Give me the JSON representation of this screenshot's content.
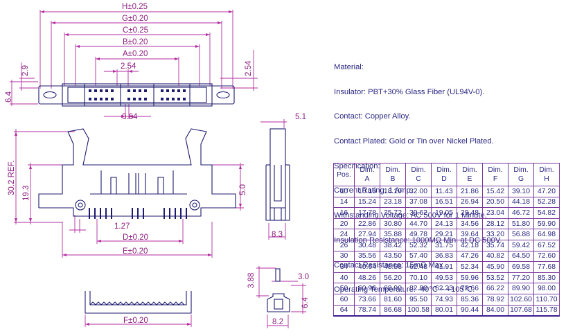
{
  "dims": {
    "h": "H±0.25",
    "g": "G±0.20",
    "c": "C±0.25",
    "b": "B±0.20",
    "a": "A±0.20",
    "pitch": "2.54",
    "top_left_2_9": "2.9",
    "top_left_6_4": "6.4",
    "top_right_2_54": "2.54",
    "pin_064": "0.64",
    "side_5_1": "5.1",
    "side_5_0": "5.0",
    "side_8_3": "8.3",
    "front_ref": "30.2 REF.",
    "front_19_3": "19.3",
    "front_1_27": "1.27",
    "d": "D±0.20",
    "e": "E±0.20",
    "f": "F±0.20",
    "small_3_88": "3.88",
    "small_3_0": "3.0",
    "small_6_4": "6.4",
    "small_8_2": "8.2"
  },
  "spec_lines": [
    "Material:",
    "Insulator: PBT+30% Glass Fiber (UL94V-0).",
    "Contact: Copper Alloy.",
    "Contact Plated: Gold or Tin over Nickel Plated.",
    "Specification:",
    "Current Rating: 1 Amp.",
    "Withstanding Voltage: AC 500V for 1 Minute.",
    "Insulation Resistance: 1000MΩ Min. at DC 500V.",
    "Contact Resistance: 15mΩ Max..",
    "Operating Temperature: -40℃ ~ +105℃."
  ],
  "table": {
    "headers": [
      [
        "Pos.",
        ""
      ],
      [
        "Dim.",
        "A"
      ],
      [
        "Dim.",
        "B"
      ],
      [
        "Dim.",
        "C"
      ],
      [
        "Dim.",
        "D"
      ],
      [
        "Dim.",
        "E"
      ],
      [
        "Dim.",
        "F"
      ],
      [
        "Dim.",
        "G"
      ],
      [
        "Dim.",
        "H"
      ]
    ],
    "rows": [
      [
        "10",
        "10.16",
        "18.10",
        "32.00",
        "11.43",
        "21.86",
        "15.42",
        "39.10",
        "47.20"
      ],
      [
        "14",
        "15.24",
        "23.18",
        "37.08",
        "16.51",
        "26.94",
        "20.50",
        "44.18",
        "52.28"
      ],
      [
        "16",
        "17.78",
        "25.72",
        "39.62",
        "19.05",
        "29.48",
        "23.04",
        "46.72",
        "54.82"
      ],
      [
        "20",
        "22.86",
        "30.80",
        "44.70",
        "24.13",
        "34.56",
        "28.12",
        "51.80",
        "59.90"
      ],
      [
        "24",
        "27.94",
        "35.88",
        "49.78",
        "29.21",
        "39.64",
        "33.20",
        "56.88",
        "64.98"
      ],
      [
        "26",
        "30.48",
        "38.42",
        "52.32",
        "31.75",
        "42.18",
        "35.74",
        "59.42",
        "67.52"
      ],
      [
        "30",
        "35.56",
        "43.50",
        "57.40",
        "36.83",
        "47.26",
        "40.82",
        "64.50",
        "72.60"
      ],
      [
        "34",
        "40.64",
        "48.58",
        "62.48",
        "41.91",
        "52.34",
        "45.90",
        "69.58",
        "77.68"
      ],
      [
        "40",
        "48.26",
        "56.20",
        "70.10",
        "49.53",
        "59.96",
        "53.52",
        "77.20",
        "85.30"
      ],
      [
        "50",
        "60.96",
        "68.90",
        "82.80",
        "62.23",
        "72.66",
        "66.22",
        "89.90",
        "98.00"
      ],
      [
        "60",
        "73.66",
        "81.60",
        "95.50",
        "74.93",
        "85.36",
        "78.92",
        "102.60",
        "110.70"
      ],
      [
        "64",
        "78.74",
        "86.68",
        "100.58",
        "80.01",
        "90.44",
        "84.00",
        "107.68",
        "115.78"
      ]
    ]
  }
}
